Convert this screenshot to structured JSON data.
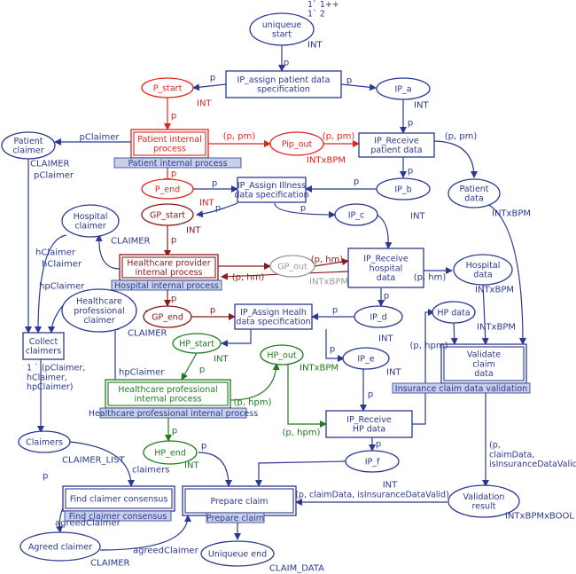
{
  "colors": {
    "blue": "#2b3990",
    "red": "#e2231a",
    "darkred": "#8b1a1a",
    "green": "#1e7b1e",
    "gray": "#9a9a9a",
    "label_bg": "#c8cfe8"
  },
  "places": {
    "uniqueue_start": {
      "name": "uniqueue\nstart",
      "type": "INT",
      "marking": "1`  1++\n1`  2"
    },
    "p_start": {
      "name": "P_start",
      "type": "INT"
    },
    "ip_a": {
      "name": "IP_a",
      "type": "INT"
    },
    "patient_claimer": {
      "name": "Patient\nclaimer",
      "type": "CLAIMER"
    },
    "pip_out": {
      "name": "Pip_out",
      "type": "INTxBPM"
    },
    "p_end": {
      "name": "P_end",
      "type": "INT"
    },
    "ip_b": {
      "name": "IP_b"
    },
    "patient_data": {
      "name": "Patient\ndata",
      "type": "INTxBPM"
    },
    "hospital_claimer": {
      "name": "Hospital\nclaimer",
      "type": "CLAIMER"
    },
    "gp_start": {
      "name": "GP_start",
      "type": "INT"
    },
    "ip_c": {
      "name": "IP_c",
      "type": "INT"
    },
    "gp_out": {
      "name": "GP_out",
      "type": "INTxBPM"
    },
    "hospital_data": {
      "name": "Hospital\ndata",
      "type": "INTxBPM"
    },
    "hp_claimer": {
      "name": "Healthcare\nprofessional\nclaimer",
      "type": "CLAIMER"
    },
    "gp_end": {
      "name": "GP_end"
    },
    "ip_d": {
      "name": "IP_d",
      "type": "INT"
    },
    "hp_data": {
      "name": "HP data",
      "type": "INTxBPM"
    },
    "hp_start": {
      "name": "HP_start",
      "type": "INT"
    },
    "hp_out": {
      "name": "HP_out",
      "type": "INTxBPM"
    },
    "ip_e": {
      "name": "IP_e",
      "type": "INT"
    },
    "claimers": {
      "name": "Claimers",
      "type": "CLAIMER_LIST"
    },
    "hp_end": {
      "name": "HP_end",
      "type": "INT"
    },
    "ip_f": {
      "name": "IP_f",
      "type": "INT"
    },
    "validation_result": {
      "name": "Validation\nresult",
      "type": "INTxBPMxBOOL"
    },
    "agreed_claimer": {
      "name": "Agreed claimer",
      "type": "CLAIMER"
    },
    "uniqueue_end": {
      "name": "Uniqueue end",
      "type": "CLAIM_DATA"
    }
  },
  "transitions": {
    "ip_assign_patient": {
      "name": "IP_assign patient data\nspecification"
    },
    "patient_internal": {
      "name": "Patient internal\nprocess",
      "tag": "Patient internal process"
    },
    "ip_receive_patient": {
      "name": "IP_Receive\npatient data"
    },
    "ip_assign_illness": {
      "name": "IP_Assign Illness\ndata specification"
    },
    "healthcare_provider": {
      "name": "Healthcare provider\ninternal process",
      "tag": "Hospital internal process"
    },
    "ip_receive_hospital": {
      "name": "IP_Receive\nhospital\ndata"
    },
    "ip_assign_health": {
      "name": "IP_Assign Healh\ndata specification"
    },
    "collect_claimers": {
      "name": "Collect\nclaimers"
    },
    "hp_internal": {
      "name": "Healthcare professional\ninternal process",
      "tag": "Healthcare professional internal process"
    },
    "validate_claim": {
      "name": "Validate\nclaim\ndata",
      "tag": "Insurance claim data validation"
    },
    "ip_receive_hp": {
      "name": "IP_Receive\nHP data"
    },
    "find_consensus": {
      "name": "Find claimer consensus",
      "tag": "Find  claimer consensus"
    },
    "prepare_claim": {
      "name": "Prepare claim",
      "tag": "Prepare claim"
    }
  },
  "arcs": {
    "p": "p",
    "p_pm": "(p, pm)",
    "p_hm": "(p, hm)",
    "p_hpm": "(p, hpm)",
    "pClaimer": "pClaimer",
    "hClaimer": "hClaimer",
    "hpClaimer": "hpClaimer",
    "claimers": "claimers",
    "agreedClaimer": "agreedClaimer",
    "collect_out": "1 ` (pClaimer,\nhClaimer,\nhpClaimer)",
    "validate_out": "(p,\nclaimData,\nisInsuranceDataValid)",
    "prepare_in": "(p, claimData, isInsuranceDataValid)"
  }
}
